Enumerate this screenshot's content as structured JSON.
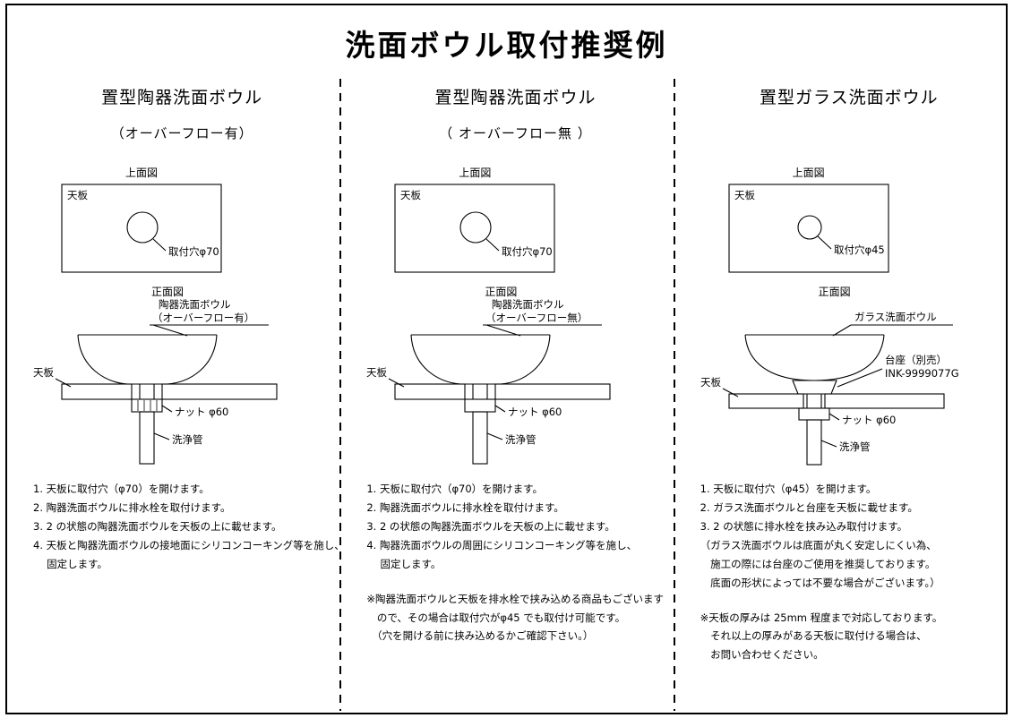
{
  "page": {
    "title": "洗面ボウル取付推奨例"
  },
  "columns": [
    {
      "title": "置型陶器洗面ボウル",
      "subtitle": "（オーバーフロー有）",
      "top_view": {
        "label": "上面図",
        "board": "天板",
        "hole": "取付穴φ70"
      },
      "front": {
        "label": "正面図",
        "bowl_label1": "陶器洗面ボウル",
        "bowl_label2": "（オーバーフロー有）",
        "board": "天板",
        "nut": "ナット φ60",
        "pipe": "洗浄管",
        "nut_fill": "#ffffff"
      },
      "instructions": [
        "1. 天板に取付穴（φ70）を開けます。",
        "2. 陶器洗面ボウルに排水栓を取付けます。",
        "3. 2 の状態の陶器洗面ボウルを天板の上に載せます。",
        "4. 天板と陶器洗面ボウルの接地面にシリコンコーキング等を施し、",
        "　 固定します。"
      ],
      "notes": []
    },
    {
      "title": "置型陶器洗面ボウル",
      "subtitle": "（ オーバーフロー無 ）",
      "top_view": {
        "label": "上面図",
        "board": "天板",
        "hole": "取付穴φ70"
      },
      "front": {
        "label": "正面図",
        "bowl_label1": "陶器洗面ボウル",
        "bowl_label2": "（オーバーフロー無）",
        "board": "天板",
        "nut": "ナット φ60",
        "pipe": "洗浄管",
        "nut_fill": "#c6c6c6"
      },
      "instructions": [
        "1. 天板に取付穴（φ70）を開けます。",
        "2. 陶器洗面ボウルに排水栓を取付けます。",
        "3. 2 の状態の陶器洗面ボウルを天板の上に載せます。",
        "4. 陶器洗面ボウルの周囲にシリコンコーキング等を施し、",
        "　 固定します。"
      ],
      "notes": [
        "※陶器洗面ボウルと天板を排水栓で挟み込める商品もございます",
        "　ので、その場合は取付穴がφ45 でも取付け可能です。",
        "　（穴を開ける前に挟み込めるかご確認下さい。）"
      ]
    },
    {
      "title": "置型ガラス洗面ボウル",
      "subtitle": "",
      "top_view": {
        "label": "上面図",
        "board": "天板",
        "hole": "取付穴φ45"
      },
      "front": {
        "label": "正面図",
        "bowl_label1": "ガラス洗面ボウル",
        "pedestal_label1": "台座（別売）",
        "pedestal_label2": "INK-9999077G",
        "board": "天板",
        "nut": "ナット φ60",
        "pipe": "洗浄管",
        "nut_fill": "#b8b8b8"
      },
      "instructions": [
        "1. 天板に取付穴（φ45）を開けます。",
        "2. ガラス洗面ボウルと台座を天板に載せます。",
        "3. 2 の状態に排水栓を挟み込み取付けます。",
        "（ガラス洗面ボウルは底面が丸く安定しにくい為、",
        "　施工の際には台座のご使用を推奨しております。",
        "　底面の形状によっては不要な場合がございます。）"
      ],
      "notes": [
        "※天板の厚みは 25mm 程度まで対応しております。",
        "　それ以上の厚みがある天板に取付ける場合は、",
        "　お問い合わせください。"
      ]
    }
  ]
}
